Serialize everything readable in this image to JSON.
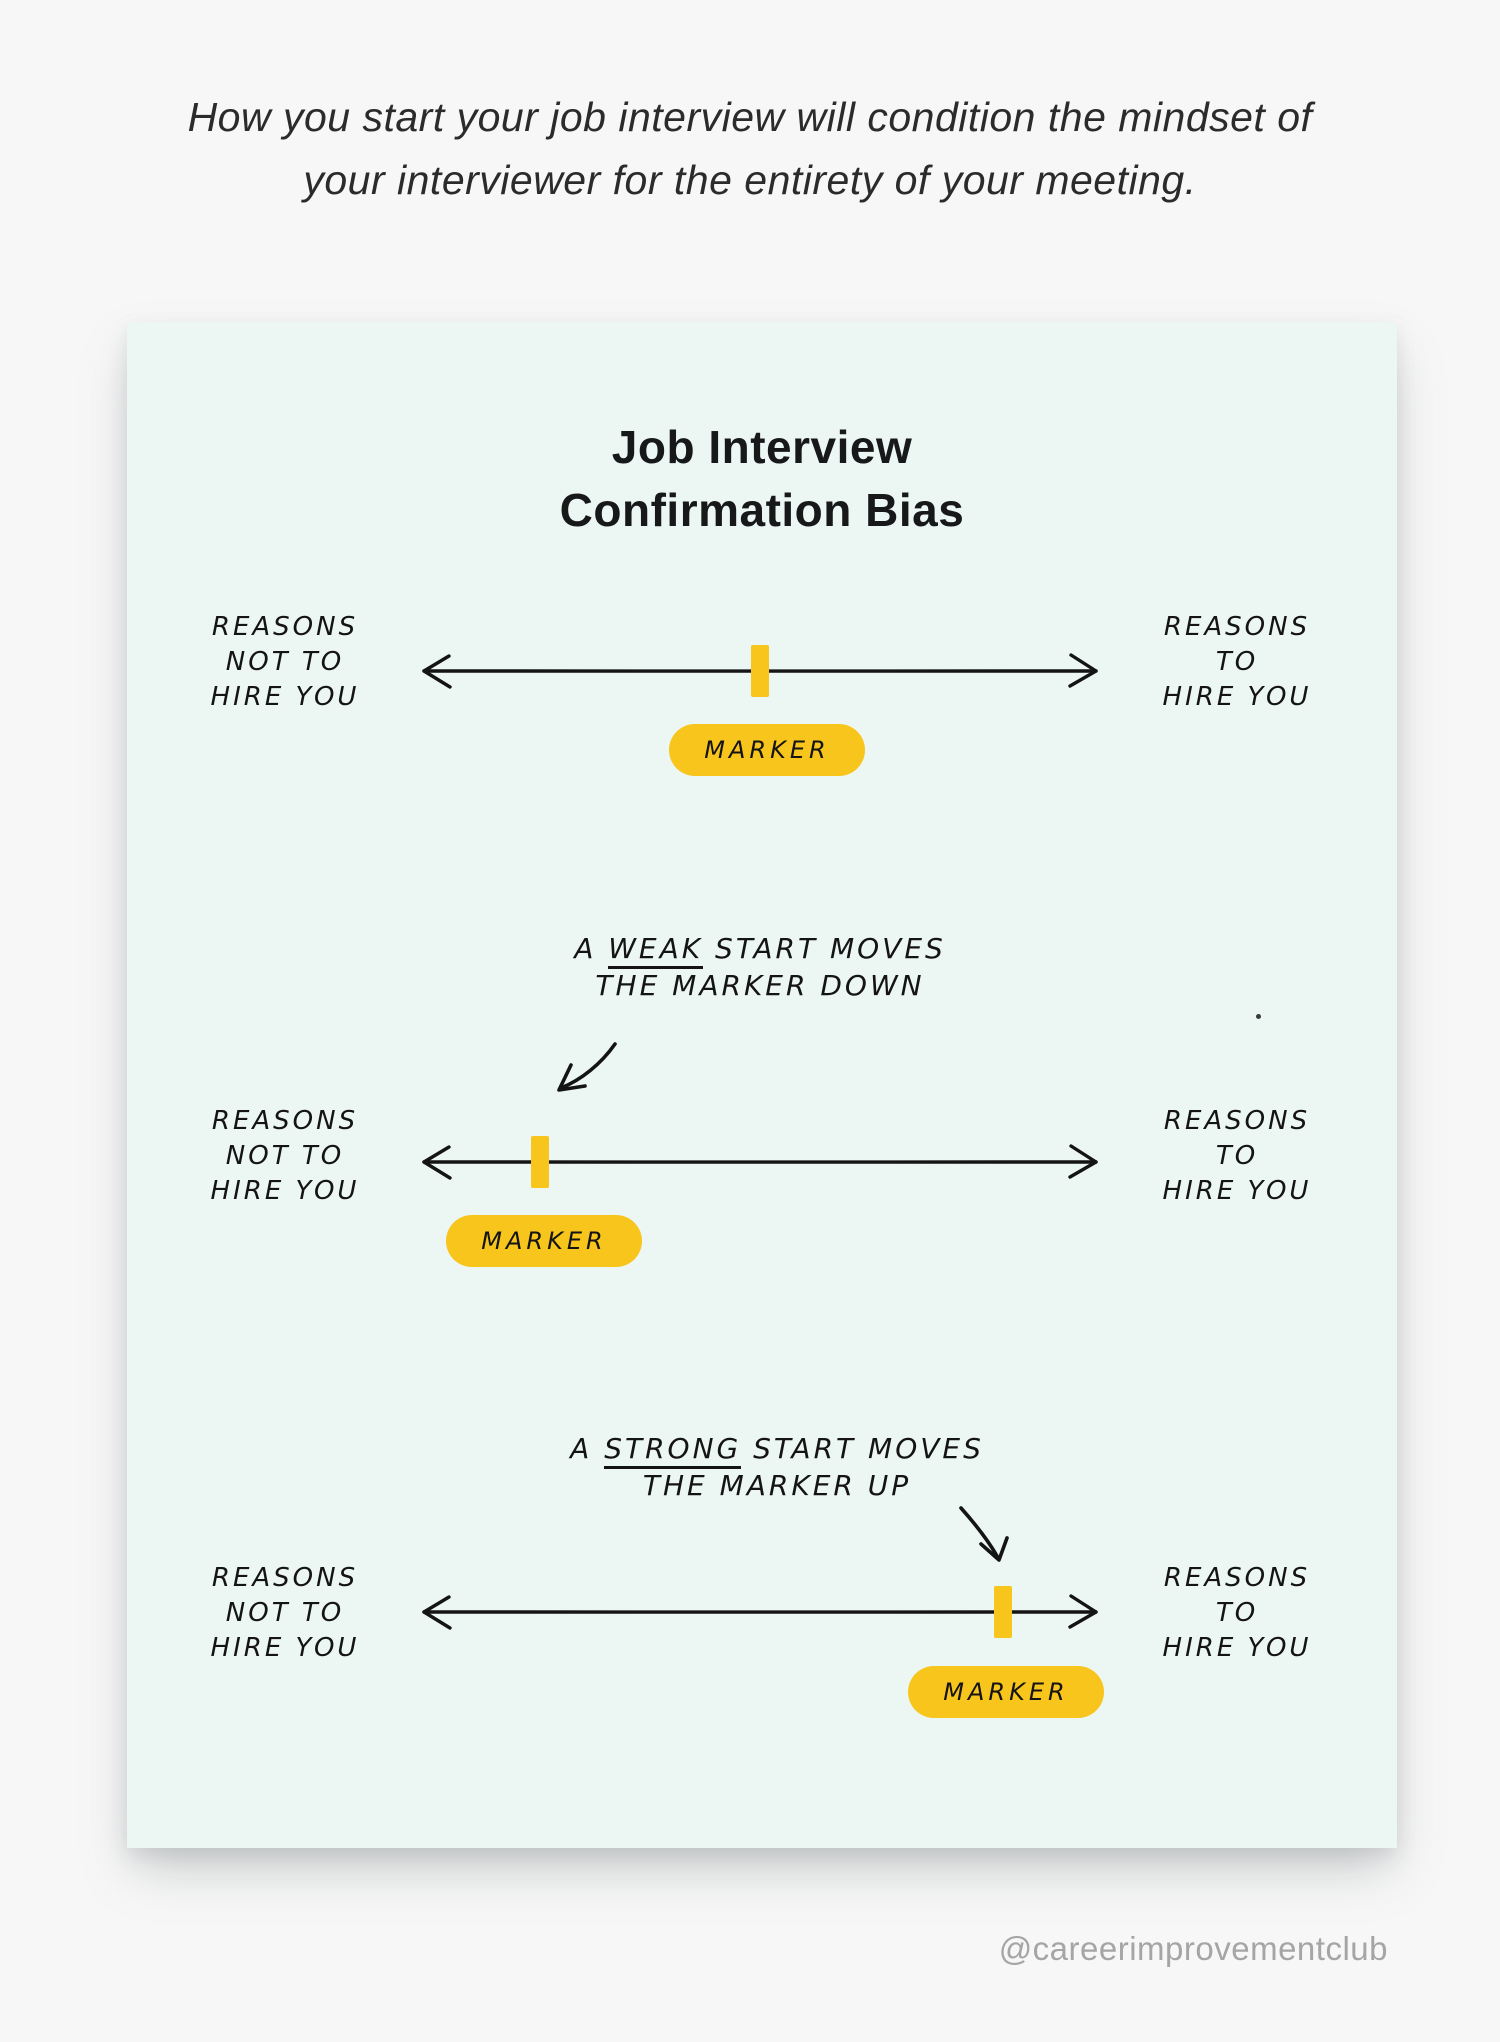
{
  "page": {
    "headline_line1": "How you start your job interview will condition the mindset of",
    "headline_line2": "your interviewer for the entirety of your meeting.",
    "watermark": "@careerimprovementclub"
  },
  "card": {
    "title_line1": "Job Interview",
    "title_line2": "Confirmation Bias"
  },
  "axis_labels": {
    "left": [
      "REASONS",
      "NOT TO",
      "HIRE YOU"
    ],
    "right": [
      "REASONS",
      "TO",
      "HIRE YOU"
    ]
  },
  "marker": {
    "label": "MARKER",
    "color": "#f7c51b"
  },
  "annotations": {
    "weak": {
      "prefix": "A ",
      "emphasis": "WEAK",
      "suffix": " START MOVES",
      "line2": "THE MARKER DOWN"
    },
    "strong": {
      "prefix": "A ",
      "emphasis": "STRONG",
      "suffix": " START MOVES",
      "line2": "THE MARKER UP"
    }
  },
  "colors": {
    "page_background": "#f7f7f7",
    "card_background": "#ecf6f3",
    "accent_yellow": "#f7c51b",
    "ink": "#141414",
    "watermark_gray": "#a5a5a5"
  }
}
